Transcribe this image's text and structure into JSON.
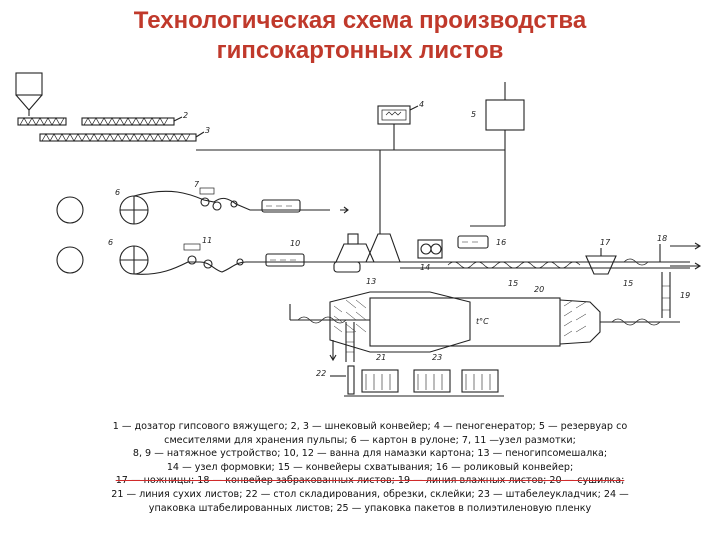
{
  "title": {
    "line1": "Технологическая схема производства",
    "line2": "гипсокартонных листов"
  },
  "colors": {
    "title": "#c0392b",
    "strike": "#d12b2b",
    "ink": "#222222"
  },
  "diagram": {
    "labels": {
      "n2": "2",
      "n3": "3",
      "n4": "4",
      "n5": "5",
      "n6a": "6",
      "n6b": "6",
      "n7": "7",
      "n10": "10",
      "n11": "11",
      "n13": "13",
      "n14": "14",
      "n15a": "15",
      "n15b": "15",
      "n16": "16",
      "n17": "17",
      "n18": "18",
      "n19": "19",
      "n20": "20",
      "n21": "21",
      "n22": "22",
      "n23": "23",
      "temp": "t°C"
    }
  },
  "legend": {
    "l1": "1 — дозатор гипсового вяжущего; 2, 3 — шнековый конвейер; 4 — пеногенератор; 5 — резервуар со",
    "l2": "смесителями для хранения пульпы; 6 — картон в рулоне; 7, 11 —узел размотки;",
    "l3": "8, 9 — натяжное устройство; 10, 12 — ванна для намазки картона; 13 — пеногипсомешалка;",
    "l4": "14 — узел формовки; 15 — конвейеры схватывания; 16 — роликовый конвейер;",
    "l5": "17 — ножницы; 18 — конвейер забракованных листов; 19 — линия влажных листов; 20 — сушилка;",
    "l6": "21 — линия сухих листов; 22 — стол складирования, обрезки, склейки; 23 — штабелеукладчик; 24 —",
    "l7": "упаковка штабелированных листов; 25 — упаковка пакетов в полиэтиленовую пленку"
  }
}
